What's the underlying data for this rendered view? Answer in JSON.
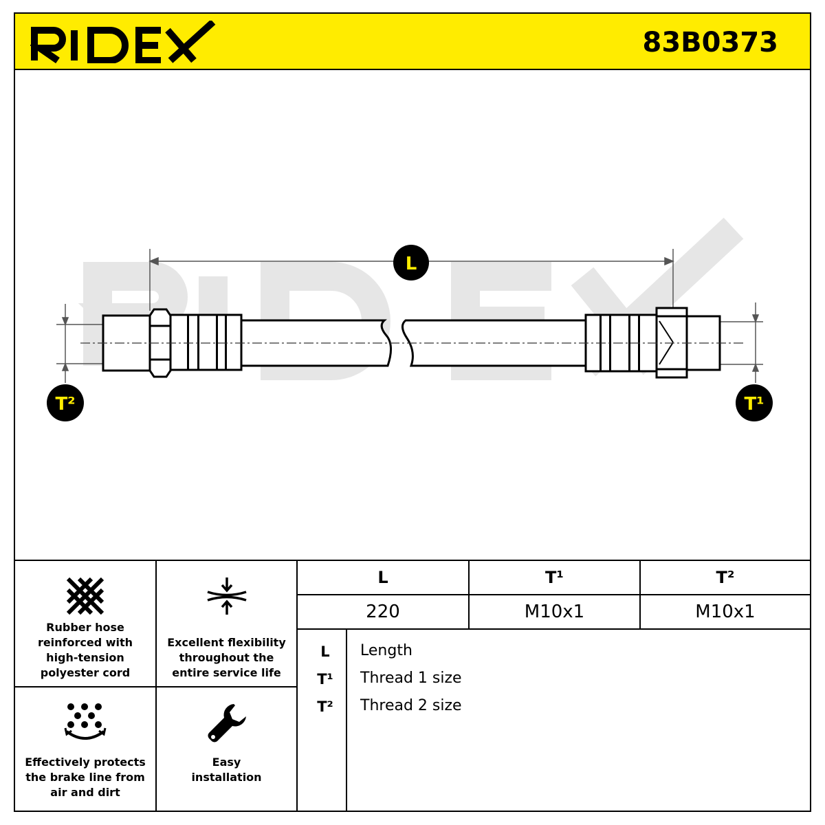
{
  "header": {
    "brand": "RIDEX",
    "part_number": "83B0373",
    "accent_color": "#FFEC00"
  },
  "drawing": {
    "watermark": "RIDEX",
    "watermark_color": "#E6E6E6",
    "dimension_L": "L",
    "dimension_T1": "T¹",
    "dimension_T2": "T²",
    "badge_color": "#000000",
    "badge_text_color": "#FFEC00"
  },
  "features": [
    {
      "icon": "mesh-icon",
      "label": "Rubber hose\nreinforced with\nhigh-tension\npolyester cord"
    },
    {
      "icon": "flexibility-icon",
      "label": "Excellent flexibility\nthroughout the\nentire service life"
    },
    {
      "icon": "particles-shield-icon",
      "label": "Effectively protects\nthe brake line from\nair and dirt"
    },
    {
      "icon": "wrench-icon",
      "label": "Easy\ninstallation"
    }
  ],
  "specs": {
    "headers": [
      "L",
      "T¹",
      "T²"
    ],
    "values": [
      "220",
      "M10x1",
      "M10x1"
    ]
  },
  "legend": [
    {
      "key": "L",
      "text": "Length"
    },
    {
      "key": "T¹",
      "text": "Thread 1 size"
    },
    {
      "key": "T²",
      "text": "Thread 2 size"
    }
  ]
}
